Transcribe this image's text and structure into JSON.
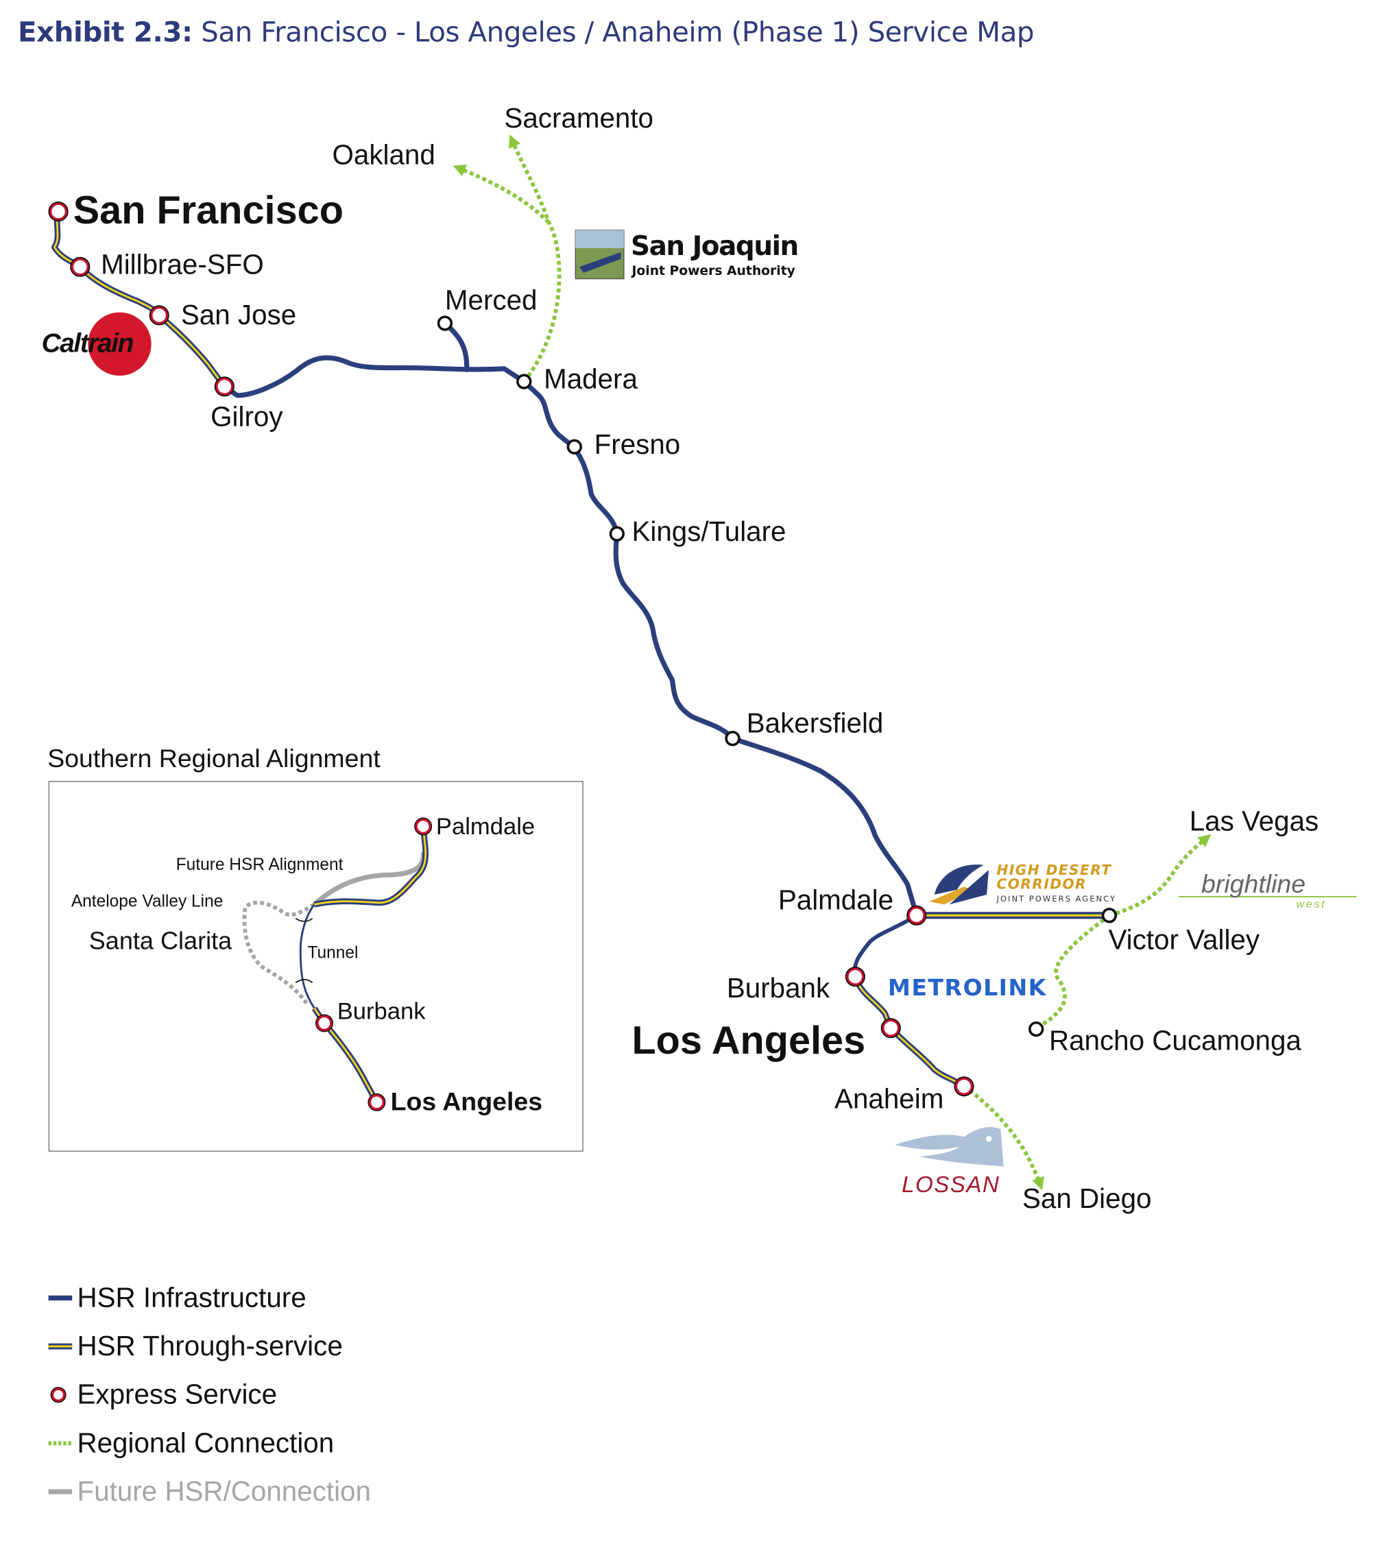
{
  "title": {
    "prefix": "Exhibit 2.3:",
    "text": "San Francisco - Los Angeles / Anaheim (Phase 1) Service Map"
  },
  "colors": {
    "hsr_infrastructure": "#2b3f7c",
    "through_service": "#f2d21c",
    "express_ring": "#c8102e",
    "regional": "#8cc63f",
    "future": "#a6a6a6"
  },
  "stations": {
    "san_francisco": "San Francisco",
    "millbrae": "Millbrae-SFO",
    "san_jose": "San Jose",
    "gilroy": "Gilroy",
    "merced": "Merced",
    "madera": "Madera",
    "fresno": "Fresno",
    "kings_tulare": "Kings/Tulare",
    "bakersfield": "Bakersfield",
    "palmdale": "Palmdale",
    "burbank": "Burbank",
    "los_angeles": "Los Angeles",
    "anaheim": "Anaheim",
    "victor_valley": "Victor Valley",
    "rancho_cucamonga": "Rancho Cucamonga"
  },
  "destinations": {
    "oakland": "Oakland",
    "sacramento": "Sacramento",
    "las_vegas": "Las Vegas",
    "san_diego": "San Diego"
  },
  "partners": {
    "caltrain": "Caltrain",
    "san_joaquin_1": "San Joaquin",
    "san_joaquin_2": "Joint Powers Authority",
    "hdc_1": "High Desert",
    "hdc_2": "Corridor",
    "hdc_3": "JOINT POWERS AGENCY",
    "brightline": "brightline",
    "brightline_sub": "west",
    "metrolink": "METROLINK",
    "lossan": "LOSSAN"
  },
  "inset": {
    "title": "Southern Regional Alignment",
    "palmdale": "Palmdale",
    "future_hsr": "Future HSR Alignment",
    "antelope": "Antelope Valley Line",
    "santa_clarita": "Santa Clarita",
    "tunnel": "Tunnel",
    "burbank": "Burbank",
    "los_angeles": "Los Angeles"
  },
  "legend": [
    {
      "label": "HSR Infrastructure",
      "icon": "navy-line"
    },
    {
      "label": "HSR Through-service",
      "icon": "navy-yellow-line"
    },
    {
      "label": "Express Service",
      "icon": "red-ring"
    },
    {
      "label": "Regional Connection",
      "icon": "green-dotted-line"
    },
    {
      "label": "Future HSR/Connection",
      "icon": "gray-line"
    }
  ]
}
